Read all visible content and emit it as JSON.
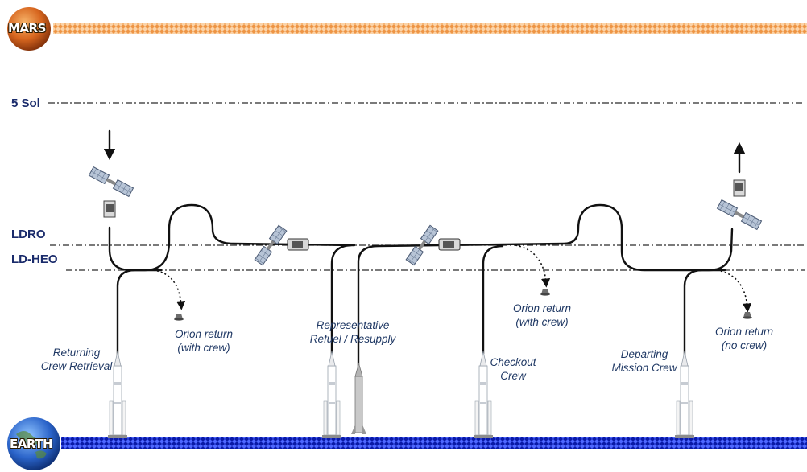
{
  "planets": {
    "mars_label": "MARS",
    "earth_label": "EARTH"
  },
  "orbits": {
    "sol5": "5 Sol",
    "ldro": "LDRO",
    "ldheo": "LD-HEO"
  },
  "captions": {
    "returning_crew": [
      "Returning",
      "Crew Retrieval"
    ],
    "orion_return_1": [
      "Orion return",
      "(with crew)"
    ],
    "refuel": [
      "Representative",
      "Refuel / Resupply"
    ],
    "orion_return_2": [
      "Orion return",
      "(with crew)"
    ],
    "checkout_crew": [
      "Checkout",
      "Crew"
    ],
    "departing_crew": [
      "Departing",
      "Mission Crew"
    ],
    "orion_return_3": [
      "Orion return",
      "(no crew)"
    ]
  },
  "colors": {
    "mars_band": "#f2a35a",
    "earth_band": "#1f2fd6",
    "label_navy": "#1a2b6b",
    "caption_navy": "#1f3864"
  }
}
